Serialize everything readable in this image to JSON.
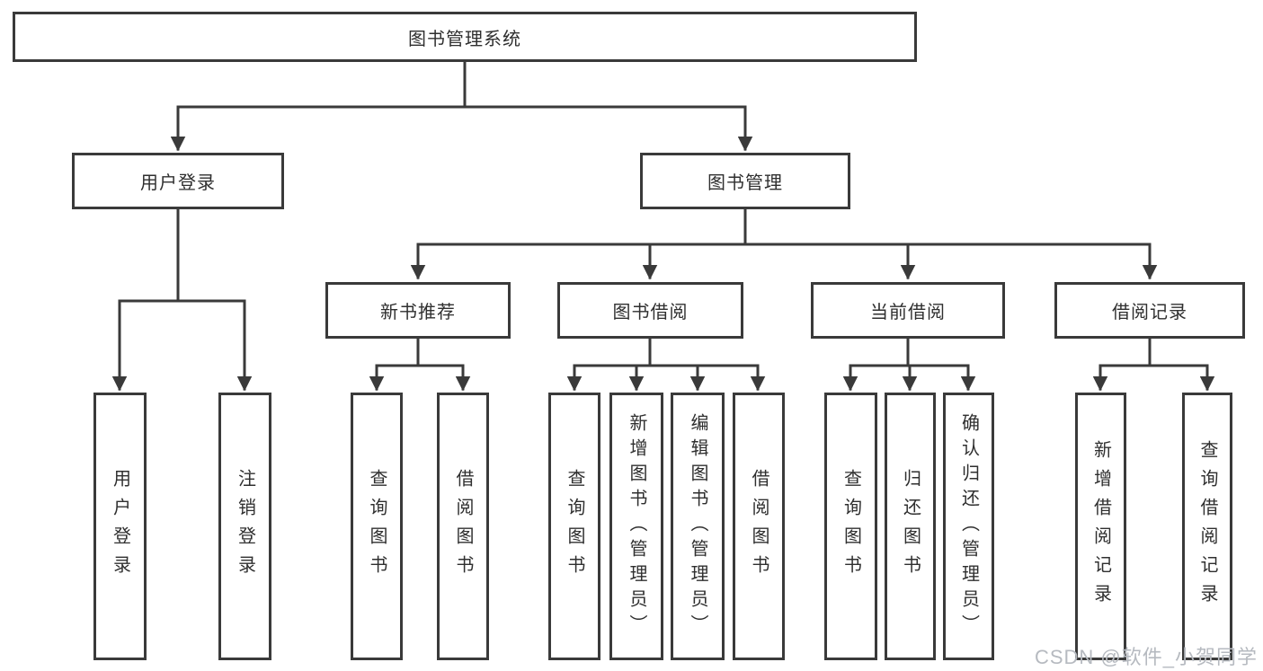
{
  "diagram": {
    "root": "图书管理系统",
    "level2": {
      "user_login": "用户登录",
      "book_management": "图书管理"
    },
    "level3": {
      "new_book_recommend": "新书推荐",
      "book_borrow": "图书借阅",
      "current_borrow": "当前借阅",
      "borrow_records": "借阅记录"
    },
    "leaves": {
      "user_login": "用户登录",
      "logout": "注销登录",
      "recommend_query_books": "查询图书",
      "recommend_borrow_books": "借阅图书",
      "borrow_query_books": "查询图书",
      "add_books_admin": "新增图书（管理员）",
      "edit_books_admin": "编辑图书（管理员）",
      "borrow_borrow_books": "借阅图书",
      "current_query_books": "查询图书",
      "return_books": "归还图书",
      "confirm_return_admin": "确认归还（管理员）",
      "add_borrow_record": "新增借阅记录",
      "query_borrow_record": "查询借阅记录"
    }
  },
  "watermark": "CSDN @软件_小贺同学",
  "colors": {
    "line": "#3a3a3a",
    "text": "#2f2f2f",
    "watermark": "#b6bac0",
    "background": "#ffffff"
  }
}
